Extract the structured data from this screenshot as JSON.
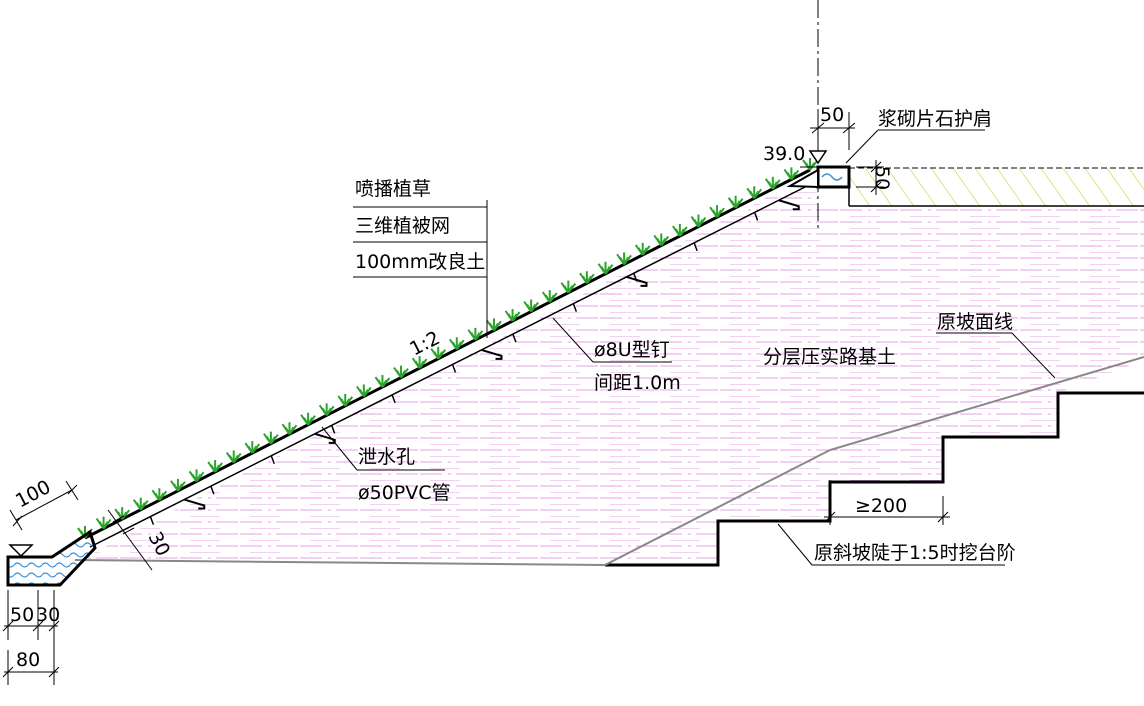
{
  "labels": {
    "layer1": "喷播植草",
    "layer2": "三维植被网",
    "layer3": "100mm改良土",
    "slope_ratio": "1:2",
    "nail_type": "ø8U型钉",
    "nail_spacing": "间距1.0m",
    "subgrade_fill": "分层压实路基土",
    "original_slope_line": "原坡面线",
    "shoulder": "浆砌片石护肩",
    "drain_hole": "泄水孔",
    "drain_pipe": "ø50PVC管",
    "steps_note": "原斜坡陡于1:5时挖台阶",
    "elevation": "39.0"
  },
  "dimensions": {
    "toe_100": "100",
    "toe_30": "30",
    "bottom_50": "50",
    "bottom_30": "30",
    "bottom_80": "80",
    "shoulder_50_top": "50",
    "shoulder_50_side": "50",
    "step_width": "≥200"
  },
  "colors": {
    "fill_hatch": "#e6a0e6",
    "grass": "#2aa52a",
    "shoulder_hatch": "#d8d040",
    "water": "#3a8fd8",
    "original_ground": "#888888"
  }
}
